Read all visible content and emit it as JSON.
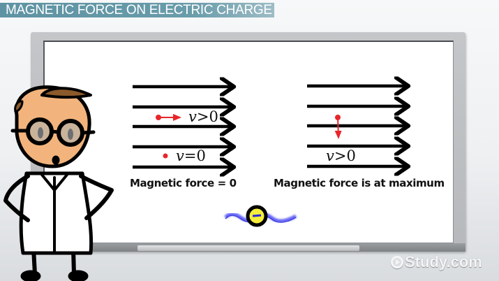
{
  "header": {
    "title": "MAGNETIC FORCE ON ELECTRIC CHARGE",
    "bar_color": "#6a9caa"
  },
  "left_panel": {
    "field_lines": 5,
    "moving_charge_label_var": "v",
    "moving_charge_label_rel": ">0",
    "stationary_charge_label_var": "v",
    "stationary_charge_label_rel": "=0",
    "caption": "Magnetic force = 0"
  },
  "right_panel": {
    "field_lines": 5,
    "charge_label_var": "v",
    "charge_label_rel": ">0",
    "caption": "Magnetic force is at maximum"
  },
  "charge_icon": {
    "sign": "−",
    "fill": "#f5ee3a",
    "wave_color": "#3a3af0"
  },
  "colors": {
    "charge_red": "#e8262a",
    "field_black": "#000000"
  },
  "watermark": {
    "text": "Study.com",
    "icon": "play-circle-icon"
  },
  "character": {
    "description": "cartoon scientist in lab coat with glasses"
  }
}
